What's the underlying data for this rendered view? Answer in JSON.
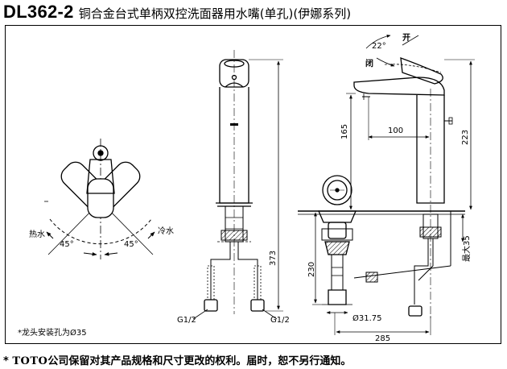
{
  "title": {
    "model": "DL362-2",
    "description": "铜合金台式单柄双控洗面器用水嘴(单孔)(伊娜系列)"
  },
  "labels": {
    "hot": "热水",
    "cold": "冷水",
    "angle_left": "45°",
    "angle_right": "45°",
    "lever_angle": "22°",
    "open": "开",
    "closed": "闭",
    "dim_165": "165",
    "dim_100": "100",
    "dim_223": "223",
    "dim_373": "373",
    "dim_230": "230",
    "dim_max35": "最大35",
    "dim_31_75": "Ø31.75",
    "dim_285": "285",
    "thread_left": "G1/2",
    "thread_right": "G1/2",
    "mounting_note": "*龙头安装孔为Ø35"
  },
  "footer": {
    "prefix": "* ",
    "brand": "TOTO",
    "text": "公司保留对其产品规格和尺寸更改的权利。届时，恕不另行通知。"
  }
}
